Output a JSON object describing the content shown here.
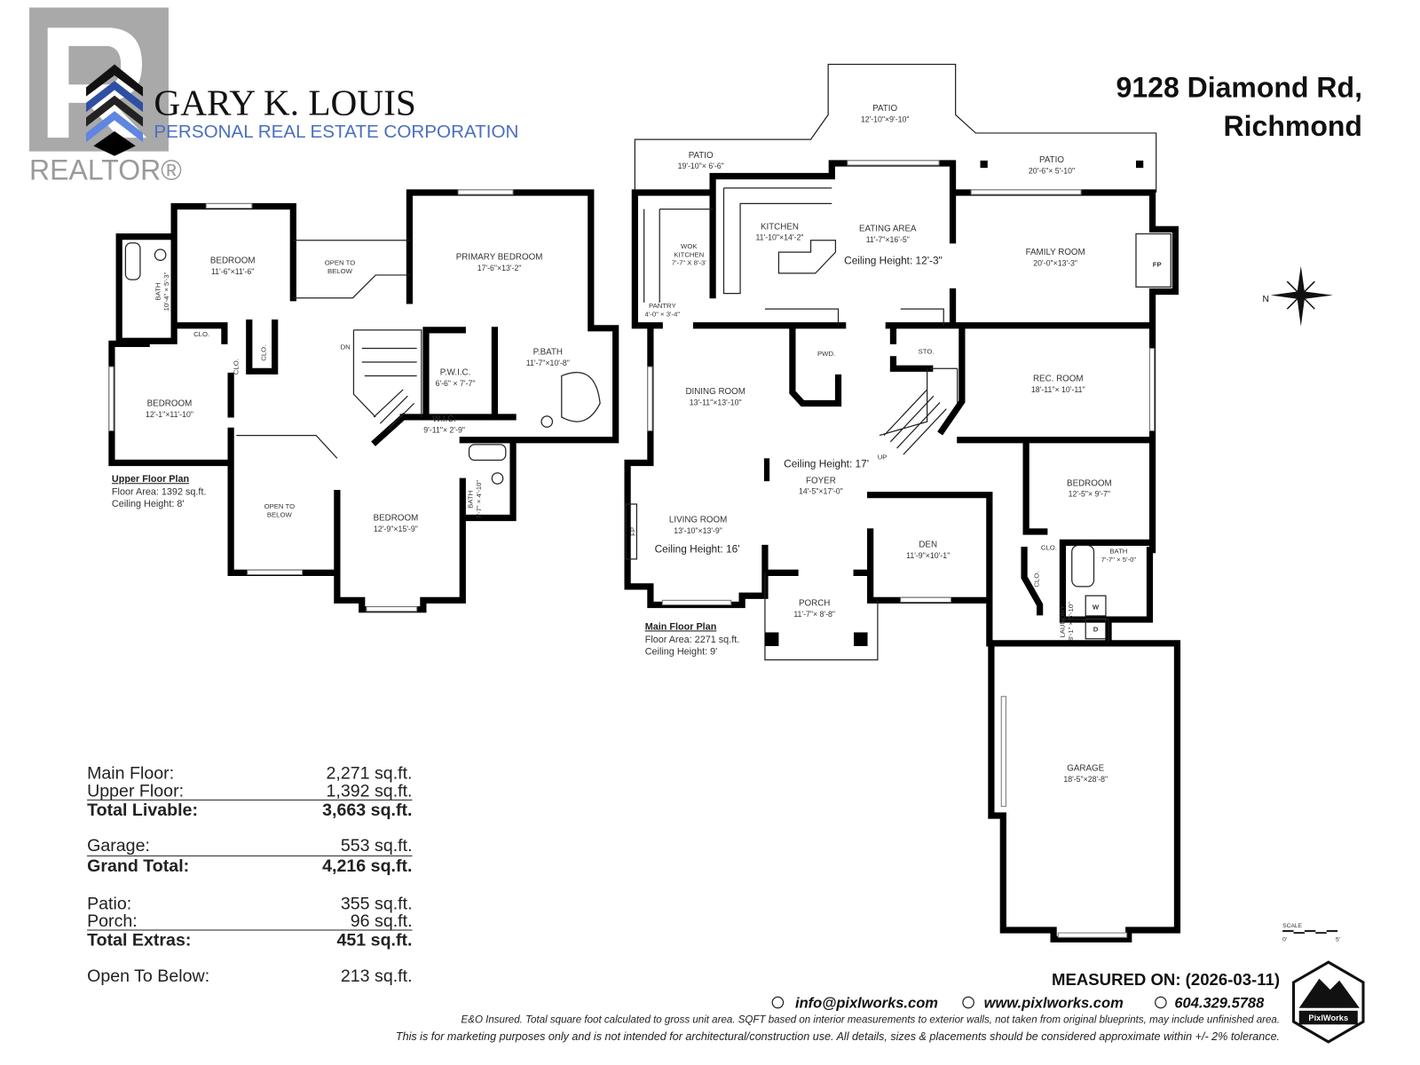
{
  "header": {
    "address_line1": "9128 Diamond Rd,",
    "address_line2": "Richmond"
  },
  "branding": {
    "agent_name": "GARY K. LOUIS",
    "agent_company": "PERSONAL REAL ESTATE CORPORATION",
    "realtor_mark": "REALTOR®",
    "company_color": "#4a6fc0",
    "pixlworks_logo_text": "PixlWorks"
  },
  "upper_floor": {
    "info": {
      "title": "Upper Floor Plan",
      "floor_area": "Floor Area: 1392 sq.ft.",
      "ceiling_height": "Ceiling Height: 8'"
    },
    "rooms": {
      "bedroom_1": {
        "name": "BEDROOM",
        "dims": "11'-6\"×11'-6\""
      },
      "open_below_1": {
        "line1": "OPEN TO",
        "line2": "BELOW"
      },
      "primary_bedroom": {
        "name": "PRIMARY BEDROOM",
        "dims": "17'-6\"×13'-2\""
      },
      "bath_1": {
        "name": "BATH",
        "dims": "10'-4\" × 5'-3\""
      },
      "clo_1": {
        "name": "CLO."
      },
      "clo_2": {
        "name": "CLO."
      },
      "clo_3": {
        "name": "CLO."
      },
      "stairs": {
        "name": "DN"
      },
      "bedroom_2": {
        "name": "BEDROOM",
        "dims": "12'-1\"×11'-10\""
      },
      "pwic": {
        "name": "P.W.I.C.",
        "dims": "6'-6\" × 7'-7\""
      },
      "pbath": {
        "name": "P.BATH",
        "dims": "11'-7\"×10'-8\""
      },
      "wic": {
        "name": "W.I.C.",
        "dims": "9'-11\"× 2'-9\""
      },
      "bath_2": {
        "name": "BATH",
        "dims": "7'-7\" × 4'-10\""
      },
      "open_below_2": {
        "line1": "OPEN TO",
        "line2": "BELOW"
      },
      "bedroom_3": {
        "name": "BEDROOM",
        "dims": "12'-9\"×15'-9\""
      }
    }
  },
  "main_floor": {
    "info": {
      "title": "Main Floor Plan",
      "floor_area": "Floor Area: 2271 sq.ft.",
      "ceiling_height": "Ceiling Height: 9'"
    },
    "rooms": {
      "patio_north": {
        "name": "PATIO",
        "dims": "12'-10\"×9'-10\""
      },
      "patio_west": {
        "name": "PATIO",
        "dims": "19'-10\"× 6'-6\""
      },
      "patio_east": {
        "name": "PATIO",
        "dims": "20'-6\"× 5'-10\""
      },
      "kitchen": {
        "name": "KITCHEN",
        "dims": "11'-10\"×14'-2\""
      },
      "eating_area": {
        "name": "EATING AREA",
        "dims": "11'-7\"×16'-5\"",
        "ceiling": "Ceiling Height: 12'-3\""
      },
      "wok_kitchen": {
        "line1": "WOK",
        "line2": "KITCHEN",
        "dims": "7'-7\" X 8'-3'"
      },
      "family_room": {
        "name": "FAMILY ROOM",
        "dims": "20'-0\"×13'-3\"",
        "fireplace": "FP"
      },
      "pantry": {
        "name": "PANTRY",
        "dims": "4'-0\" × 3'-4\""
      },
      "powder": {
        "name": "PWD."
      },
      "storage": {
        "name": "STO."
      },
      "dining_room": {
        "name": "DINING ROOM",
        "dims": "13'-11\"×13'-10\""
      },
      "rec_room": {
        "name": "REC. ROOM",
        "dims": "18'-11\"× 10'-11\""
      },
      "foyer": {
        "name": "FOYER",
        "dims": "14'-5\"×17'-0\"",
        "ceiling": "Ceiling Height: 17'",
        "stairs": "UP"
      },
      "bedroom": {
        "name": "BEDROOM",
        "dims": "12'-5\"× 9'-7\""
      },
      "living_room": {
        "name": "LIVING ROOM",
        "dims": "13'-10\"×13'-9\"",
        "ceiling": "Ceiling Height: 16'",
        "fireplace": "FP"
      },
      "den": {
        "name": "DEN",
        "dims": "11'-9\"×10'-1\""
      },
      "clo_1": {
        "name": "CLO."
      },
      "clo_2": {
        "name": "CLO."
      },
      "bath": {
        "name": "BATH",
        "dims": "7'-7\" × 5'-0\""
      },
      "porch": {
        "name": "PORCH",
        "dims": "11'-7\"× 8'-8\""
      },
      "laundry": {
        "name": "LAUNDRY",
        "dims": "8'-1\" × 5'-10\"",
        "washer": "W",
        "dryer": "D"
      },
      "garage": {
        "name": "GARAGE",
        "dims": "18'-5\"×28'-8\""
      }
    }
  },
  "compass": {
    "north_label": "N"
  },
  "scale": {
    "title": "SCALE",
    "start": "0'",
    "end": "5'"
  },
  "summary": {
    "main_floor": {
      "label": "Main Floor:",
      "value": "2,271 sq.ft."
    },
    "upper_floor": {
      "label": "Upper Floor:",
      "value": "1,392 sq.ft."
    },
    "total_livable": {
      "label": "Total Livable:",
      "value": "3,663 sq.ft."
    },
    "garage": {
      "label": "Garage:",
      "value": "553 sq.ft."
    },
    "grand_total": {
      "label": "Grand Total:",
      "value": "4,216 sq.ft."
    },
    "patio": {
      "label": "Patio:",
      "value": "355 sq.ft."
    },
    "porch": {
      "label": "Porch:",
      "value": "96 sq.ft."
    },
    "total_extras": {
      "label": "Total Extras:",
      "value": "451 sq.ft."
    },
    "open_to_below": {
      "label": "Open To Below:",
      "value": "213 sq.ft."
    }
  },
  "footer": {
    "measured_on": "MEASURED ON: (2026-03-11)",
    "email": "info@pixlworks.com",
    "website": "www.pixlworks.com",
    "phone": "604.329.5788",
    "disclaimer_1": "E&O Insured.  Total square foot calculated to gross unit area. SQFT based on interior measurements to exterior walls, not taken from original blueprints, may include unfinished area.",
    "disclaimer_2": "This is for marketing purposes only and is not intended for architectural/construction use.  All details, sizes & placements should be considered approximate within +/- 2%  tolerance."
  }
}
